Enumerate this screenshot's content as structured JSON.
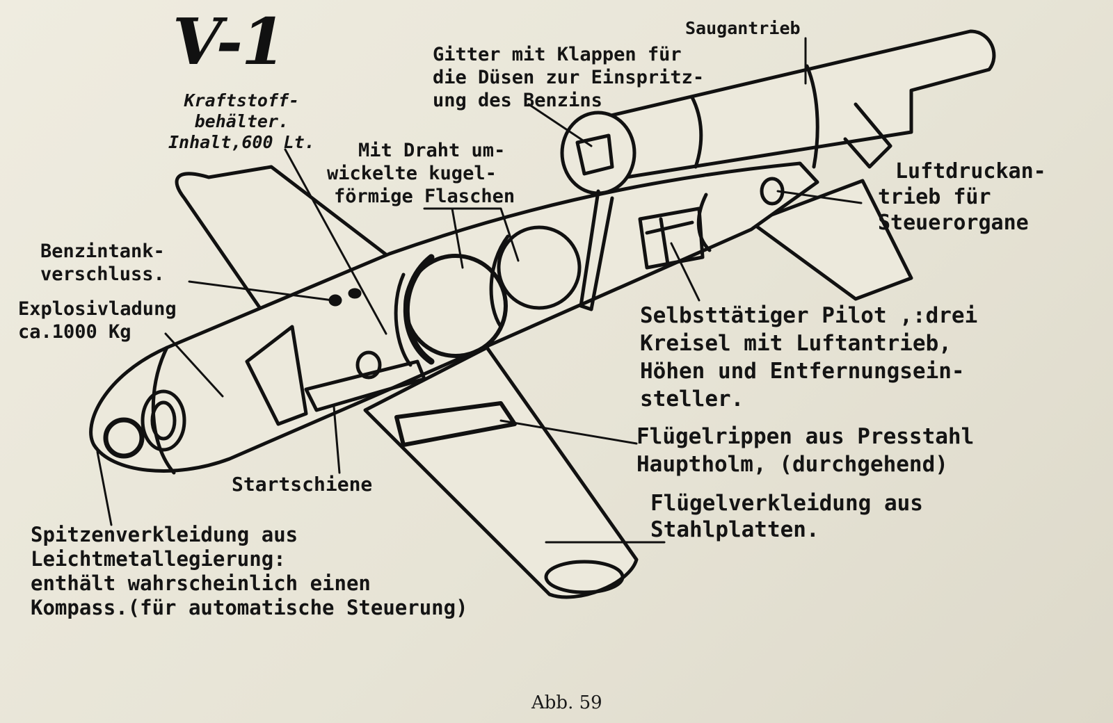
{
  "title": "V-1",
  "labels": {
    "saugantrieb": [
      "Saugantrieb"
    ],
    "gitter": [
      "Gitter mit Klappen für",
      "die Düsen zur Einspritz-",
      "ung des Benzins"
    ],
    "kraftstoff": [
      "Kraftstoff-",
      "behälter.",
      "Inhalt,600 Lt."
    ],
    "flaschen": [
      "Mit Draht um-",
      "wickelte kugel-",
      "förmige Flaschen"
    ],
    "luftdruck": [
      "Luftdruckan-",
      "trieb für",
      "Steuerorgane"
    ],
    "benzintank": [
      "Benzintank-",
      "verschluss."
    ],
    "explosiv": [
      "Explosivladung",
      "ca.1000 Kg"
    ],
    "pilot": [
      "Selbsttätiger Pilot ,:drei",
      "Kreisel mit Luftantrieb,",
      "Höhen und Entfernungsein-",
      "steller."
    ],
    "rippen": [
      "Flügelrippen aus Presstahl",
      "Hauptholm, (durchgehend)"
    ],
    "verkleidung": [
      "Flügelverkleidung aus",
      "Stahlplatten."
    ],
    "startschiene": [
      "Startschiene"
    ],
    "spitze": [
      "Spitzenverkleidung aus",
      "Leichtmetallegierung:",
      "enthält wahrscheinlich einen",
      "Kompass.(für automatische Steuerung)"
    ]
  },
  "caption": "Abb. 59",
  "colors": {
    "paper": "#ece9dc",
    "ink": "#141414"
  }
}
